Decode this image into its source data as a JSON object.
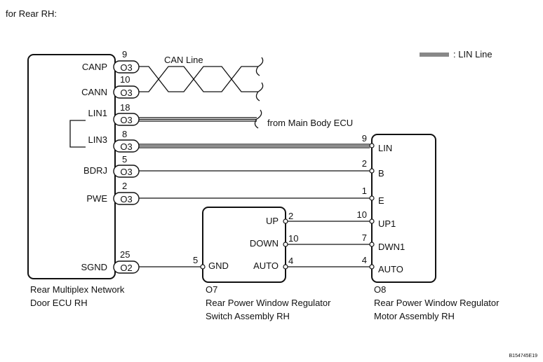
{
  "header": {
    "title": "for Rear RH:"
  },
  "legend": {
    "label": ": LIN Line"
  },
  "ecu": {
    "name_line1": "Rear Multiplex Network",
    "name_line2": "Door ECU RH",
    "pins": {
      "canp": {
        "label": "CANP",
        "connector": "O3",
        "pin": "9"
      },
      "cann": {
        "label": "CANN",
        "connector": "O3",
        "pin": "10"
      },
      "lin1": {
        "label": "LIN1",
        "connector": "O3",
        "pin": "18"
      },
      "lin3": {
        "label": "LIN3",
        "connector": "O3",
        "pin": "8"
      },
      "bdrj": {
        "label": "BDRJ",
        "connector": "O3",
        "pin": "5"
      },
      "pwe": {
        "label": "PWE",
        "connector": "O3",
        "pin": "2"
      },
      "sgnd": {
        "label": "SGND",
        "connector": "O2",
        "pin": "25"
      }
    }
  },
  "can_label": "CAN Line",
  "from_label": "from Main Body ECU",
  "switch": {
    "code": "O7",
    "name_line1": "Rear Power Window Regulator",
    "name_line2": "Switch Assembly RH",
    "pins": {
      "up": {
        "label": "UP",
        "pin": "2"
      },
      "down": {
        "label": "DOWN",
        "pin": "10"
      },
      "auto": {
        "label": "AUTO",
        "pin": "4"
      },
      "gnd": {
        "label": "GND",
        "pin": "5"
      }
    }
  },
  "motor": {
    "code": "O8",
    "name_line1": "Rear Power Window Regulator",
    "name_line2": "Motor Assembly RH",
    "pins": {
      "lin": {
        "label": "LIN",
        "pin": "9"
      },
      "b": {
        "label": "B",
        "pin": "2"
      },
      "e": {
        "label": "E",
        "pin": "1"
      },
      "up1": {
        "label": "UP1",
        "pin": "10"
      },
      "dwn1": {
        "label": "DWN1",
        "pin": "7"
      },
      "auto": {
        "label": "AUTO",
        "pin": "4"
      }
    }
  },
  "figure_code": "B154745E19"
}
